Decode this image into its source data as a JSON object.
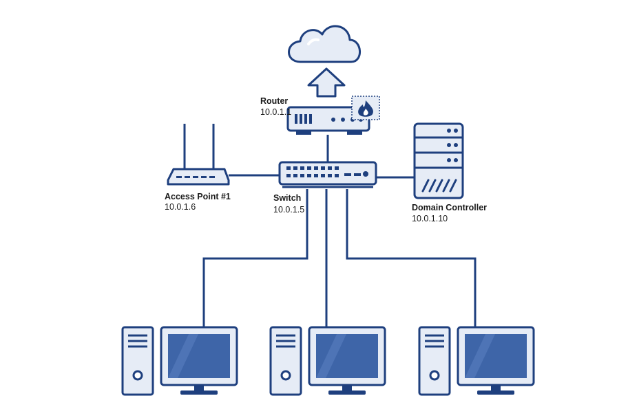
{
  "colors": {
    "line": "#1e3f7e",
    "fill_light": "#e6ecf6",
    "screen": "#3e65a8",
    "cloud": "#e6ecf6",
    "firewall": "#e6ecf6"
  },
  "devices": {
    "router": {
      "name": "Router",
      "ip": "10.0.1.1"
    },
    "switch": {
      "name": "Switch",
      "ip": "10.0.1.5"
    },
    "access_point": {
      "name": "Access Point #1",
      "ip": "10.0.1.6"
    },
    "domain_controller": {
      "name": "Domain Controller",
      "ip": "10.0.1.10"
    }
  },
  "icons": [
    "cloud-icon",
    "upload-arrow-icon",
    "router-icon",
    "firewall-flame-icon",
    "switch-icon",
    "wireless-access-point-icon",
    "server-rack-icon",
    "desktop-computer-icon"
  ]
}
